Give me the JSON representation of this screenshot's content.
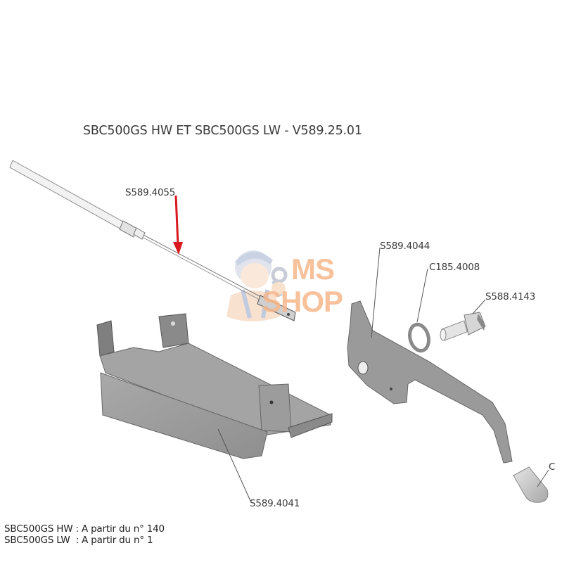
{
  "diagram": {
    "title": "SBC500GS HW ET SBC500GS LW - V589.25.01",
    "parts": [
      {
        "ref": "S589.4055",
        "description": "cable",
        "highlighted": true
      },
      {
        "ref": "S589.4044",
        "description": "lever"
      },
      {
        "ref": "C185.4008",
        "description": "washer"
      },
      {
        "ref": "S588.4143",
        "description": "shoulder bolt"
      },
      {
        "ref": "S589.4041",
        "description": "bracket"
      },
      {
        "ref": "C",
        "description": "grip (label cut off)"
      }
    ],
    "highlight_arrow_color": "#d9181f",
    "notes": [
      "SBC500GS HW : A partir du n° 140",
      "SBC500GS LW  : A partir du n° 1"
    ]
  },
  "watermark": {
    "line1": "MS",
    "line2": "SHOP",
    "color": "#f6b78a",
    "icon": "mechanic-with-wrench-icon"
  }
}
